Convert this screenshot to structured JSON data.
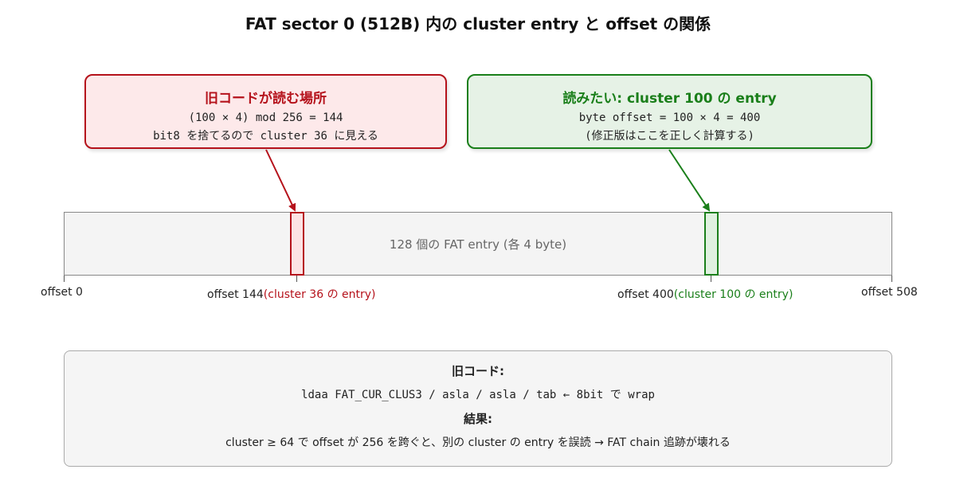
{
  "title": "FAT sector 0 (512B) 内の cluster entry と offset の関係",
  "callouts": {
    "old": {
      "heading": "旧コードが読む場所",
      "line1": "(100 × 4) mod 256 = 144",
      "line2": "bit8 を捨てるので cluster 36 に見える",
      "color": "#b5121b"
    },
    "want": {
      "heading": "読みたい: cluster 100 の entry",
      "line1": "byte offset = 100 × 4 = 400",
      "line2": "(修正版はここを正しく計算する)",
      "color": "#1a7f1a"
    }
  },
  "band": {
    "label": "128 個の FAT entry (各 4 byte)"
  },
  "ticks": {
    "t0": "offset 0",
    "t144": "offset 144",
    "t144_note": "(cluster 36 の entry)",
    "t400": "offset 400",
    "t400_note": "(cluster 100 の entry)",
    "t508": "offset 508"
  },
  "notes": {
    "old_heading": "旧コード:",
    "old_code": "ldaa FAT_CUR_CLUS3 / asla / asla / tab ← 8bit で wrap",
    "result_heading": "結果:",
    "result_text": "cluster ≥ 64 で offset が 256 を跨ぐと、別の cluster の entry を誤読 → FAT chain 追跡が壊れる"
  }
}
